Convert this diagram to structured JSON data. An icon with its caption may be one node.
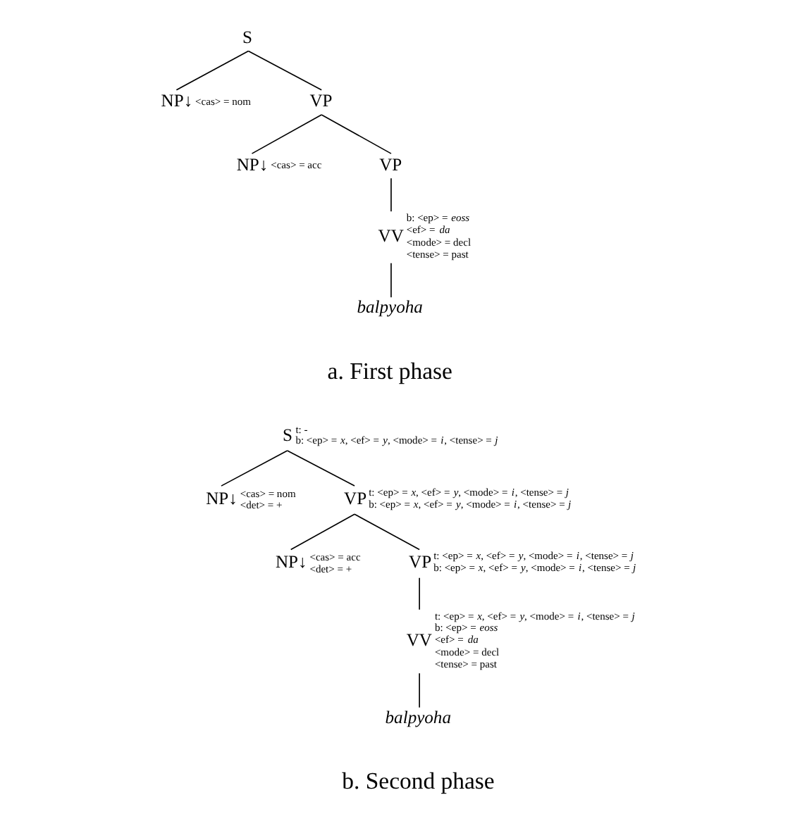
{
  "diagram": {
    "nodes": [
      {
        "text": [
          "S"
        ]
      },
      {
        "text": [
          "NP↓"
        ],
        "beside": [
          "<cas> = nom"
        ]
      },
      {
        "text": [
          "VP"
        ]
      },
      {
        "text": [
          "NP↓"
        ],
        "beside": [
          "<cas> = acc"
        ]
      },
      {
        "text": [
          "VP"
        ]
      },
      {
        "text": [
          "VV"
        ],
        "beside": [
          "b: <ep> = *eoss*",
          "<ef> = *da*",
          "<mode> = decl",
          "<tense> = past"
        ]
      },
      {
        "text": [
          "balpyoha"
        ]
      },
      {
        "text": [
          "S"
        ],
        "beside": [
          "t: -",
          "b: <ep> = *x*, <ef> = *y*, <mode> = *i*, <tense> = *j*"
        ]
      },
      {
        "text": [
          "NP↓"
        ],
        "beside": [
          "<cas> = nom",
          "<det> = +"
        ]
      },
      {
        "text": [
          "VP"
        ],
        "beside": [
          "t: <ep> = *x*, <ef> = *y*, <mode> = *i*, <tense> = *j*",
          "b: <ep> = *x*, <ef> = *y*, <mode> = *i*, <tense> = *j*"
        ]
      },
      {
        "text": [
          "NP↓"
        ],
        "beside": [
          "<cas> = acc",
          "<det> = +"
        ]
      },
      {
        "text": [
          "VP"
        ],
        "beside": [
          "t: <ep> = *x*, <ef> = *y*, <mode> = *i*, <tense> = *j*",
          "b: <ep> = *x*, <ef> = *y*, <mode> = *i*, <tense> = *j*"
        ]
      },
      {
        "text": [
          "VV"
        ],
        "beside": [
          "t: <ep> = *x*, <ef> = *y*, <mode> = *i*, <tense> = *j*",
          "b: <ep> = *eoss*",
          "<ef> = *da*",
          "<mode> = decl",
          "<tense> = past"
        ]
      },
      {
        "text": [
          "balpyoha"
        ]
      }
    ],
    "edges": [
      {
        "from": 0,
        "to": 1,
        "arrow": "none"
      },
      {
        "from": 0,
        "to": 2,
        "arrow": "none"
      },
      {
        "from": 2,
        "to": 3,
        "arrow": "none"
      },
      {
        "from": 2,
        "to": 4,
        "arrow": "none"
      },
      {
        "from": 4,
        "to": 5,
        "arrow": "none"
      },
      {
        "from": 5,
        "to": 6,
        "arrow": "none"
      },
      {
        "from": 7,
        "to": 8,
        "arrow": "none"
      },
      {
        "from": 7,
        "to": 9,
        "arrow": "none"
      },
      {
        "from": 9,
        "to": 10,
        "arrow": "none"
      },
      {
        "from": 9,
        "to": 11,
        "arrow": "none"
      },
      {
        "from": 11,
        "to": 12,
        "arrow": "none"
      },
      {
        "from": 12,
        "to": 13,
        "arrow": "none"
      }
    ],
    "labels": [
      "a. First phase",
      "b. Second phase"
    ]
  }
}
